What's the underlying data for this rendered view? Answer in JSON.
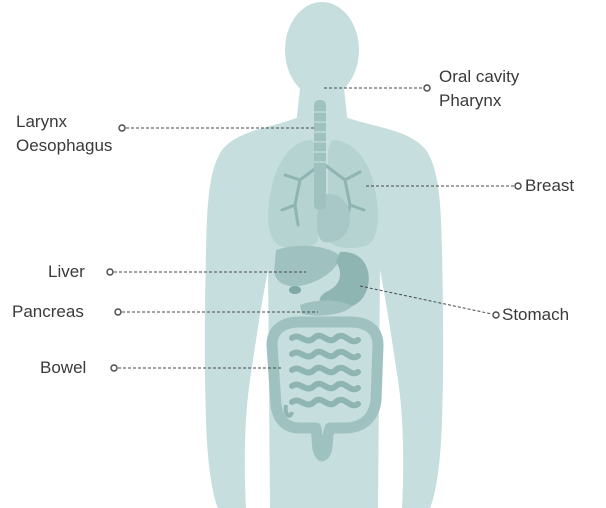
{
  "colors": {
    "body": "#c3dedd",
    "organ_dark": "#a7c8c6",
    "organ_darker": "#8fb5b3",
    "leader": "#4a4a4a",
    "text": "#3a3a3a"
  },
  "labels": {
    "oral_cavity": "Oral cavity",
    "pharynx": "Pharynx",
    "larynx": "Larynx",
    "oesophagus": "Oesophagus",
    "breast": "Breast",
    "liver": "Liver",
    "stomach": "Stomach",
    "pancreas": "Pancreas",
    "bowel": "Bowel"
  }
}
